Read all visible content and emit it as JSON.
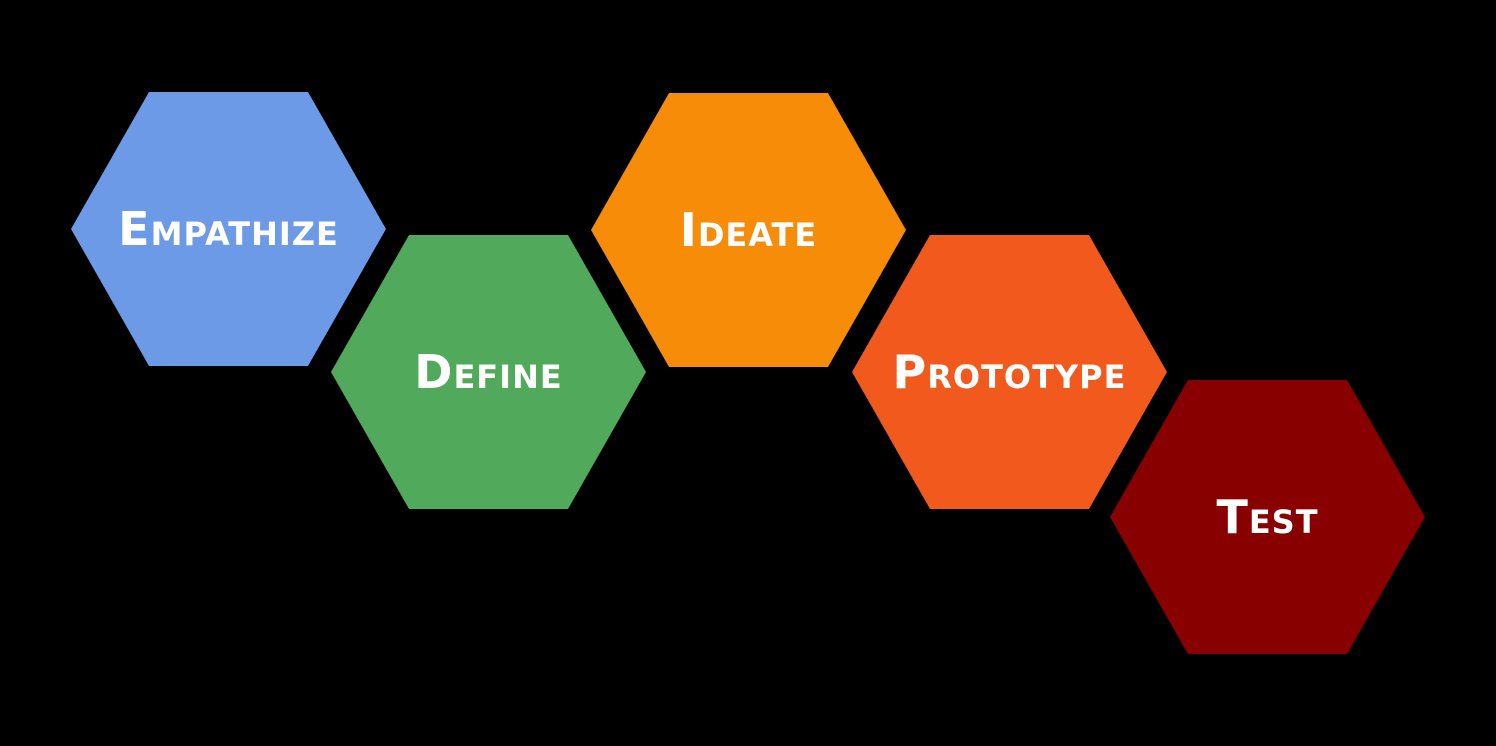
{
  "stages": [
    {
      "id": "empathize",
      "label": "Empathize",
      "color": "#6d9ae6"
    },
    {
      "id": "define",
      "label": "Define",
      "color": "#51aa5b"
    },
    {
      "id": "ideate",
      "label": "Ideate",
      "color": "#f68c07"
    },
    {
      "id": "prototype",
      "label": "Prototype",
      "color": "#f2591d"
    },
    {
      "id": "test",
      "label": "Test",
      "color": "#880000"
    }
  ],
  "background_color": "#000000"
}
